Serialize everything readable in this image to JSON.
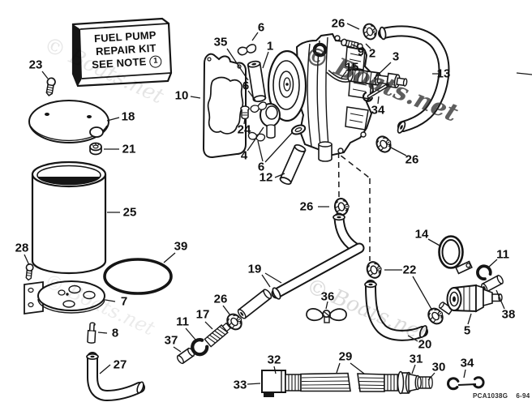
{
  "kit_box": {
    "line1": "FUEL PUMP",
    "line2": "REPAIR KIT",
    "note_prefix": "SEE NOTE",
    "note_number": "1"
  },
  "watermark": {
    "text": "© Boats.net"
  },
  "footer": {
    "drawing_code": "PCA1038G",
    "revision_date": "6-94"
  },
  "labels": {
    "n1": "1",
    "n2": "2",
    "n3": "3",
    "n4": "4",
    "n5": "5",
    "n6": "6",
    "n7": "7",
    "n8": "8",
    "n9": "9",
    "n10": "10",
    "n11": "11",
    "n12": "12",
    "n13": "13",
    "n14": "14",
    "n15": "15",
    "n17": "17",
    "n18": "18",
    "n19": "19",
    "n20": "20",
    "n21": "21",
    "n22": "22",
    "n23": "23",
    "n24": "24",
    "n25": "25",
    "n26": "26",
    "n27": "27",
    "n28": "28",
    "n29": "29",
    "n30": "30",
    "n31": "31",
    "n32": "32",
    "n33": "33",
    "n34": "34",
    "n35": "35",
    "n36": "36",
    "n37": "37",
    "n38": "38",
    "n39": "39"
  }
}
